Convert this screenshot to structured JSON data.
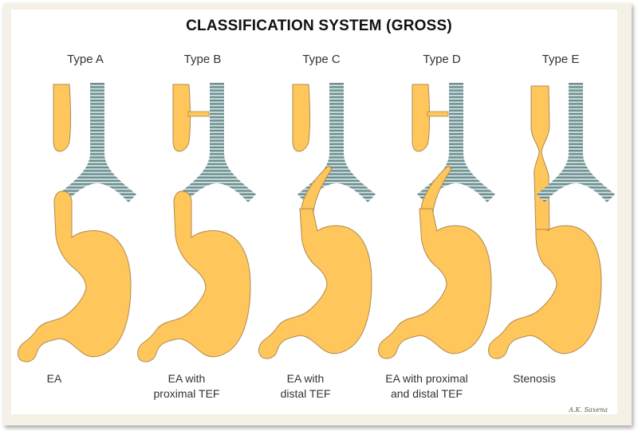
{
  "title": "CLASSIFICATION SYSTEM (GROSS)",
  "types": [
    {
      "label": "Type A",
      "caption_line1": "EA",
      "caption_line2": ""
    },
    {
      "label": "Type B",
      "caption_line1": "EA with",
      "caption_line2": "proximal TEF"
    },
    {
      "label": "Type C",
      "caption_line1": "EA with",
      "caption_line2": "distal TEF"
    },
    {
      "label": "Type D",
      "caption_line1": "EA with proximal",
      "caption_line2": "and distal TEF"
    },
    {
      "label": "Type E",
      "caption_line1": "Stenosis",
      "caption_line2": ""
    }
  ],
  "signature": "A.K. Saxena",
  "colors": {
    "esophagus_fill": "#fec65b",
    "esophagus_stroke": "#b08a50",
    "trachea_stripe_dark": "#6f8d8c",
    "trachea_stripe_light": "#cfe4e6",
    "frame": "#f6f1e6"
  }
}
